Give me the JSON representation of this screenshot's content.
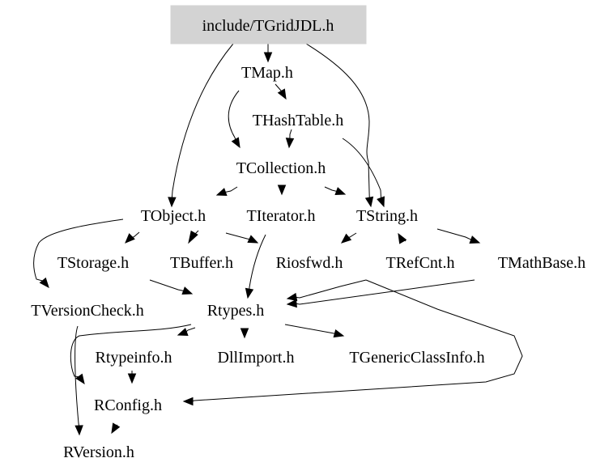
{
  "diagram": {
    "title": "include/TGridJDL.h include dependency graph",
    "root": "include/TGridJDL.h",
    "root_fill": "#d3d3d3",
    "nodes": [
      {
        "id": "root",
        "label": "include/TGridJDL.h"
      },
      {
        "id": "tmap",
        "label": "TMap.h"
      },
      {
        "id": "thashtable",
        "label": "THashTable.h"
      },
      {
        "id": "tcollection",
        "label": "TCollection.h"
      },
      {
        "id": "tobject",
        "label": "TObject.h"
      },
      {
        "id": "titerator",
        "label": "TIterator.h"
      },
      {
        "id": "tstring",
        "label": "TString.h"
      },
      {
        "id": "tstorage",
        "label": "TStorage.h"
      },
      {
        "id": "tbuffer",
        "label": "TBuffer.h"
      },
      {
        "id": "riosfwd",
        "label": "Riosfwd.h"
      },
      {
        "id": "trefcnt",
        "label": "TRefCnt.h"
      },
      {
        "id": "tmathbase",
        "label": "TMathBase.h"
      },
      {
        "id": "tversioncheck",
        "label": "TVersionCheck.h"
      },
      {
        "id": "rtypes",
        "label": "Rtypes.h"
      },
      {
        "id": "rtypeinfo",
        "label": "Rtypeinfo.h"
      },
      {
        "id": "dllimport",
        "label": "DllImport.h"
      },
      {
        "id": "tgenericclassinfo",
        "label": "TGenericClassInfo.h"
      },
      {
        "id": "rconfig",
        "label": "RConfig.h"
      },
      {
        "id": "rversion",
        "label": "RVersion.h"
      }
    ],
    "edges": [
      {
        "from": "root",
        "to": "tmap"
      },
      {
        "from": "root",
        "to": "tobject"
      },
      {
        "from": "root",
        "to": "tstring"
      },
      {
        "from": "tmap",
        "to": "thashtable"
      },
      {
        "from": "tmap",
        "to": "tcollection"
      },
      {
        "from": "thashtable",
        "to": "tcollection"
      },
      {
        "from": "thashtable",
        "to": "tstring"
      },
      {
        "from": "tcollection",
        "to": "tobject"
      },
      {
        "from": "tcollection",
        "to": "titerator"
      },
      {
        "from": "tcollection",
        "to": "tstring"
      },
      {
        "from": "tobject",
        "to": "tstorage"
      },
      {
        "from": "tobject",
        "to": "tbuffer"
      },
      {
        "from": "tobject",
        "to": "riosfwd"
      },
      {
        "from": "tobject",
        "to": "tversioncheck"
      },
      {
        "from": "titerator",
        "to": "rtypes"
      },
      {
        "from": "tstring",
        "to": "riosfwd"
      },
      {
        "from": "tstring",
        "to": "trefcnt"
      },
      {
        "from": "tstring",
        "to": "tmathbase"
      },
      {
        "from": "tstorage",
        "to": "rtypes"
      },
      {
        "from": "trefcnt",
        "to": "rtypes"
      },
      {
        "from": "trefcnt",
        "to": "rconfig"
      },
      {
        "from": "tmathbase",
        "to": "rtypes"
      },
      {
        "from": "tversioncheck",
        "to": "rversion"
      },
      {
        "from": "rtypes",
        "to": "rtypeinfo"
      },
      {
        "from": "rtypes",
        "to": "dllimport"
      },
      {
        "from": "rtypes",
        "to": "tgenericclassinfo"
      },
      {
        "from": "rtypes",
        "to": "rconfig"
      },
      {
        "from": "rtypeinfo",
        "to": "rconfig"
      },
      {
        "from": "rconfig",
        "to": "rversion"
      }
    ]
  }
}
